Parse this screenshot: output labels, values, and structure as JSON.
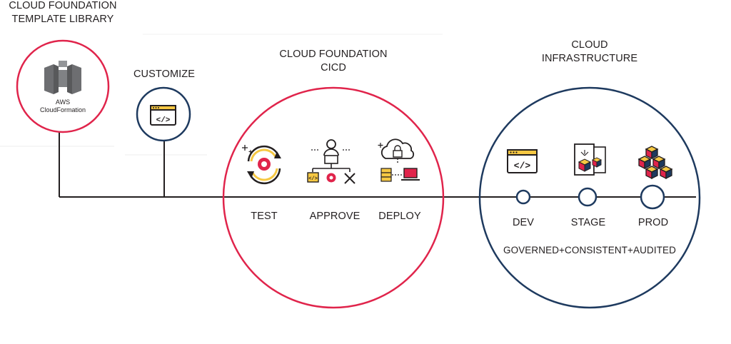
{
  "colors": {
    "red": "#e0244b",
    "navy": "#1e3a5f",
    "yellow": "#f6c843",
    "dark": "#231f20",
    "gray": "#8a8a8a"
  },
  "template_library": {
    "title_line1": "CLOUD FOUNDATION",
    "title_line2": "TEMPLATE LIBRARY",
    "icon_caption_line1": "AWS",
    "icon_caption_line2": "CloudFormation",
    "icon": "aws-cloudformation-icon"
  },
  "customize": {
    "title": "CUSTOMIZE",
    "icon": "code-window-icon"
  },
  "cicd": {
    "title_line1": "CLOUD FOUNDATION",
    "title_line2": "CICD",
    "steps": [
      {
        "label": "TEST",
        "icon": "gear-cycle-icon"
      },
      {
        "label": "APPROVE",
        "icon": "person-approval-tree-icon"
      },
      {
        "label": "DEPLOY",
        "icon": "cloud-lock-deploy-icon"
      }
    ]
  },
  "infrastructure": {
    "title_line1": "CLOUD",
    "title_line2": "INFRASTRUCTURE",
    "stages": [
      {
        "label": "DEV",
        "icon": "code-window-icon"
      },
      {
        "label": "STAGE",
        "icon": "staging-panel-icon"
      },
      {
        "label": "PROD",
        "icon": "cube-stack-icon"
      }
    ],
    "footer": "GOVERNED+CONSISTENT+AUDITED"
  }
}
